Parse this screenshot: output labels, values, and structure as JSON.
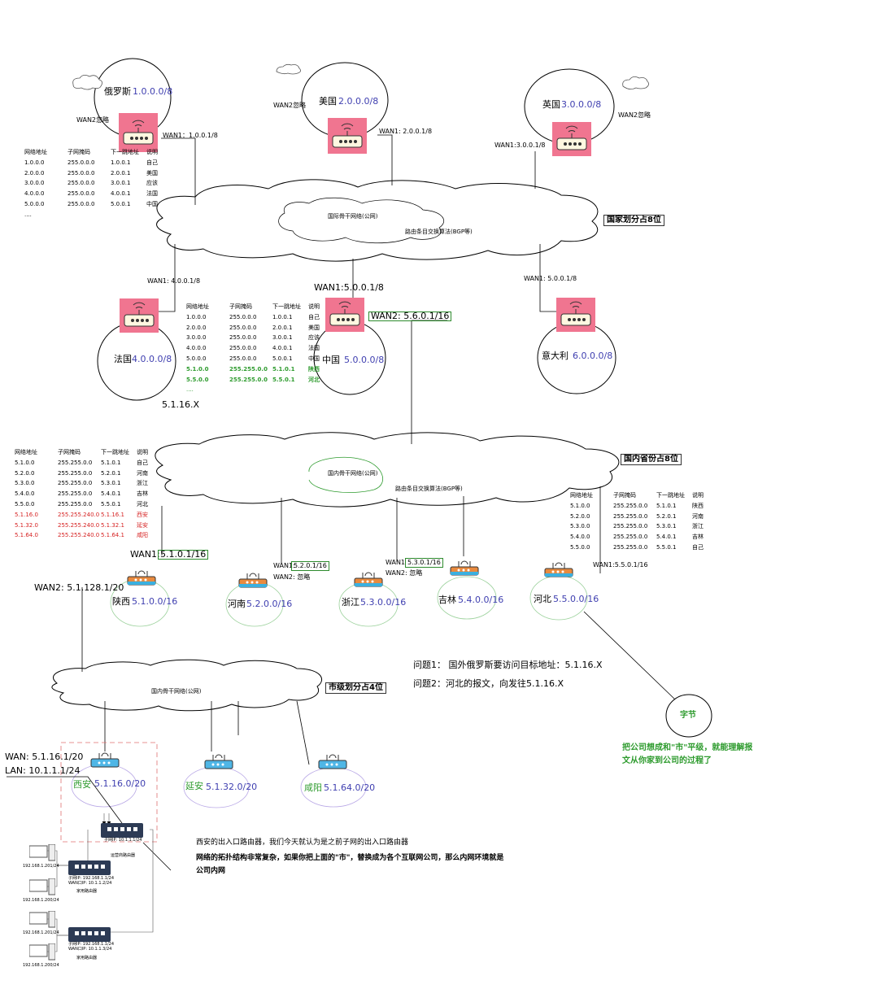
{
  "intl": {
    "cloud_label": "国际骨干网络(公网)",
    "bgp_label": "路由条目交换算法(BGP等)",
    "badge": "国家划分占8位"
  },
  "countries": [
    {
      "name": "俄罗斯",
      "net": "1.0.0.0/8",
      "wan": "WAN1：1.0.0.1/8",
      "wan2": "WAN2忽略"
    },
    {
      "name": "美国",
      "net": "2.0.0.0/8",
      "wan": "WAN1: 2.0.0.1/8",
      "wan2": "WAN2忽略"
    },
    {
      "name": "英国",
      "net": "3.0.0.0/8",
      "wan": "WAN1:3.0.0.1/8",
      "wan2": "WAN2忽略"
    },
    {
      "name": "法国",
      "net": "4.0.0.0/8",
      "wan": "WAN1: 4.0.0.1/8"
    },
    {
      "name": "中国",
      "net": "5.0.0.0/8",
      "wan": "WAN1:5.0.0.1/8",
      "wan2": "WAN2: 5.6.0.1/16"
    },
    {
      "name": "意大利",
      "net": "6.0.0.0/8",
      "wan": "WAN1: 5.0.0.1/8"
    }
  ],
  "table_russia": {
    "headers": [
      "网络地址",
      "子网掩码",
      "下一跳地址",
      "说明"
    ],
    "rows": [
      [
        "1.0.0.0",
        "255.0.0.0",
        "1.0.0.1",
        "自己"
      ],
      [
        "2.0.0.0",
        "255.0.0.0",
        "2.0.0.1",
        "美国"
      ],
      [
        "3.0.0.0",
        "255.0.0.0",
        "3.0.0.1",
        "应该"
      ],
      [
        "4.0.0.0",
        "255.0.0.0",
        "4.0.0.1",
        "法国"
      ],
      [
        "5.0.0.0",
        "255.0.0.0",
        "5.0.0.1",
        "中国"
      ],
      [
        "....",
        "",
        "",
        ""
      ]
    ]
  },
  "table_china": {
    "headers": [
      "网络地址",
      "子网掩码",
      "下一跳地址",
      "说明"
    ],
    "rows": [
      [
        "1.0.0.0",
        "255.0.0.0",
        "1.0.0.1",
        "自己"
      ],
      [
        "2.0.0.0",
        "255.0.0.0",
        "2.0.0.1",
        "美国"
      ],
      [
        "3.0.0.0",
        "255.0.0.0",
        "3.0.0.1",
        "应该"
      ],
      [
        "4.0.0.0",
        "255.0.0.0",
        "4.0.0.1",
        "法国"
      ],
      [
        "5.0.0.0",
        "255.0.0.0",
        "5.0.0.1",
        "中国"
      ]
    ],
    "green_rows": [
      [
        "5.1.0.0",
        "255.255.0.0",
        "5.1.0.1",
        "陕西"
      ],
      [
        "5.5.0.0",
        "255.255.0.0",
        "5.5.0.1",
        "河北"
      ]
    ],
    "tail": "...."
  },
  "note_5116x": "5.1.16.X",
  "domestic": {
    "cloud_label": "国内骨干网络(公网)",
    "bgp_label": "路由条目交换算法(BGP等)",
    "badge": "国内省份占8位"
  },
  "table_shaanxi": {
    "headers": [
      "网络地址",
      "子网掩码",
      "下一跳地址",
      "说明"
    ],
    "rows": [
      [
        "5.1.0.0",
        "255.255.0.0",
        "5.1.0.1",
        "自己"
      ],
      [
        "5.2.0.0",
        "255.255.0.0",
        "5.2.0.1",
        "河南"
      ],
      [
        "5.3.0.0",
        "255.255.0.0",
        "5.3.0.1",
        "浙江"
      ],
      [
        "5.4.0.0",
        "255.255.0.0",
        "5.4.0.1",
        "吉林"
      ],
      [
        "5.5.0.0",
        "255.255.0.0",
        "5.5.0.1",
        "河北"
      ]
    ],
    "red_rows": [
      [
        "5.1.16.0",
        "255.255.240.0",
        "5.1.16.1",
        "西安"
      ],
      [
        "5.1.32.0",
        "255.255.240.0",
        "5.1.32.1",
        "延安"
      ],
      [
        "5.1.64.0",
        "255.255.240.0",
        "5.1.64.1",
        "咸阳"
      ]
    ]
  },
  "table_hebei": {
    "headers": [
      "网络地址",
      "子网掩码",
      "下一跳地址",
      "说明"
    ],
    "rows": [
      [
        "5.1.0.0",
        "255.255.0.0",
        "5.1.0.1",
        "陕西"
      ],
      [
        "5.2.0.0",
        "255.255.0.0",
        "5.2.0.1",
        "河南"
      ],
      [
        "5.3.0.0",
        "255.255.0.0",
        "5.3.0.1",
        "浙江"
      ],
      [
        "5.4.0.0",
        "255.255.0.0",
        "5.4.0.1",
        "吉林"
      ],
      [
        "5.5.0.0",
        "255.255.0.0",
        "5.5.0.1",
        "自己"
      ]
    ]
  },
  "provinces": [
    {
      "name": "陕西",
      "net": "5.1.0.0/16",
      "wan": "WAN1:",
      "wan_box": "5.1.0.1/16",
      "wan2": "WAN2: 5.1.128.1/20"
    },
    {
      "name": "河南",
      "net": "5.2.0.0/16",
      "wan": "WAN1:",
      "wan_box": "5.2.0.1/16",
      "wan2": "WAN2: 忽略"
    },
    {
      "name": "浙江",
      "net": "5.3.0.0/16",
      "wan": "WAN1",
      "wan_box": "5.3.0.1/16",
      "wan2": "WAN2: 忽略"
    },
    {
      "name": "吉林",
      "net": "5.4.0.0/16"
    },
    {
      "name": "河北",
      "net": "5.5.0.0/16",
      "wan": "WAN1:5.5.0.1/16"
    }
  ],
  "questions": [
    "问题1：  国外俄罗斯要访问目标地址：5.1.16.X",
    "问题2：河北的报文，向发往5.1.16.X"
  ],
  "city_level": {
    "cloud_label": "国内骨干网络(公网)",
    "badge": "市级划分占4位"
  },
  "cities": [
    {
      "name": "西安",
      "net": "5.1.16.0/20",
      "wan": "WAN: 5.1.16.1/20",
      "lan": "LAN: 10.1.1.1/24"
    },
    {
      "name": "延安",
      "net": "5.1.32.0/20"
    },
    {
      "name": "咸阳",
      "net": "5.1.64.0/20"
    }
  ],
  "bytedance": {
    "label": "字节",
    "note": "把公司想成和\"市\"平级，就能理解报文从你家到公司的过程了"
  },
  "explain": {
    "line1": "西安的出入口路由器，我们今天就认为是之前子网的出入口路由器",
    "line2": "网络的拓扑结构非常复杂，如果你把上面的\"市\"，替换成为各个互联网公司，那么内网环境就是公司内网"
  },
  "lan_small": {
    "top_switch_lan": "子网IP:   10.1.1.1/24",
    "switch_name": "运营商路由器",
    "r1_sub": "子网IP:  192.168.1.1/24",
    "r1_wan": "WAN口IP:  10.1.1.2/24",
    "r1_name": "家用路由器",
    "r2_sub": "子网IP:  192.168.1.1/24",
    "r2_wan": "WAN口IP:  10.1.1.3/24",
    "r2_name": "家用路由器",
    "pc1": "192.168.1.201/24",
    "pc2": "192.168.1.200/24",
    "pc3": "192.168.1.201/24",
    "pc4": "192.168.1.200/24"
  },
  "colors": {
    "pink_router": "#f07590",
    "blue_router": "#3ab0e0",
    "ip_text": "#3f3fb0",
    "green": "#2e9b2e",
    "red": "#d62222"
  }
}
